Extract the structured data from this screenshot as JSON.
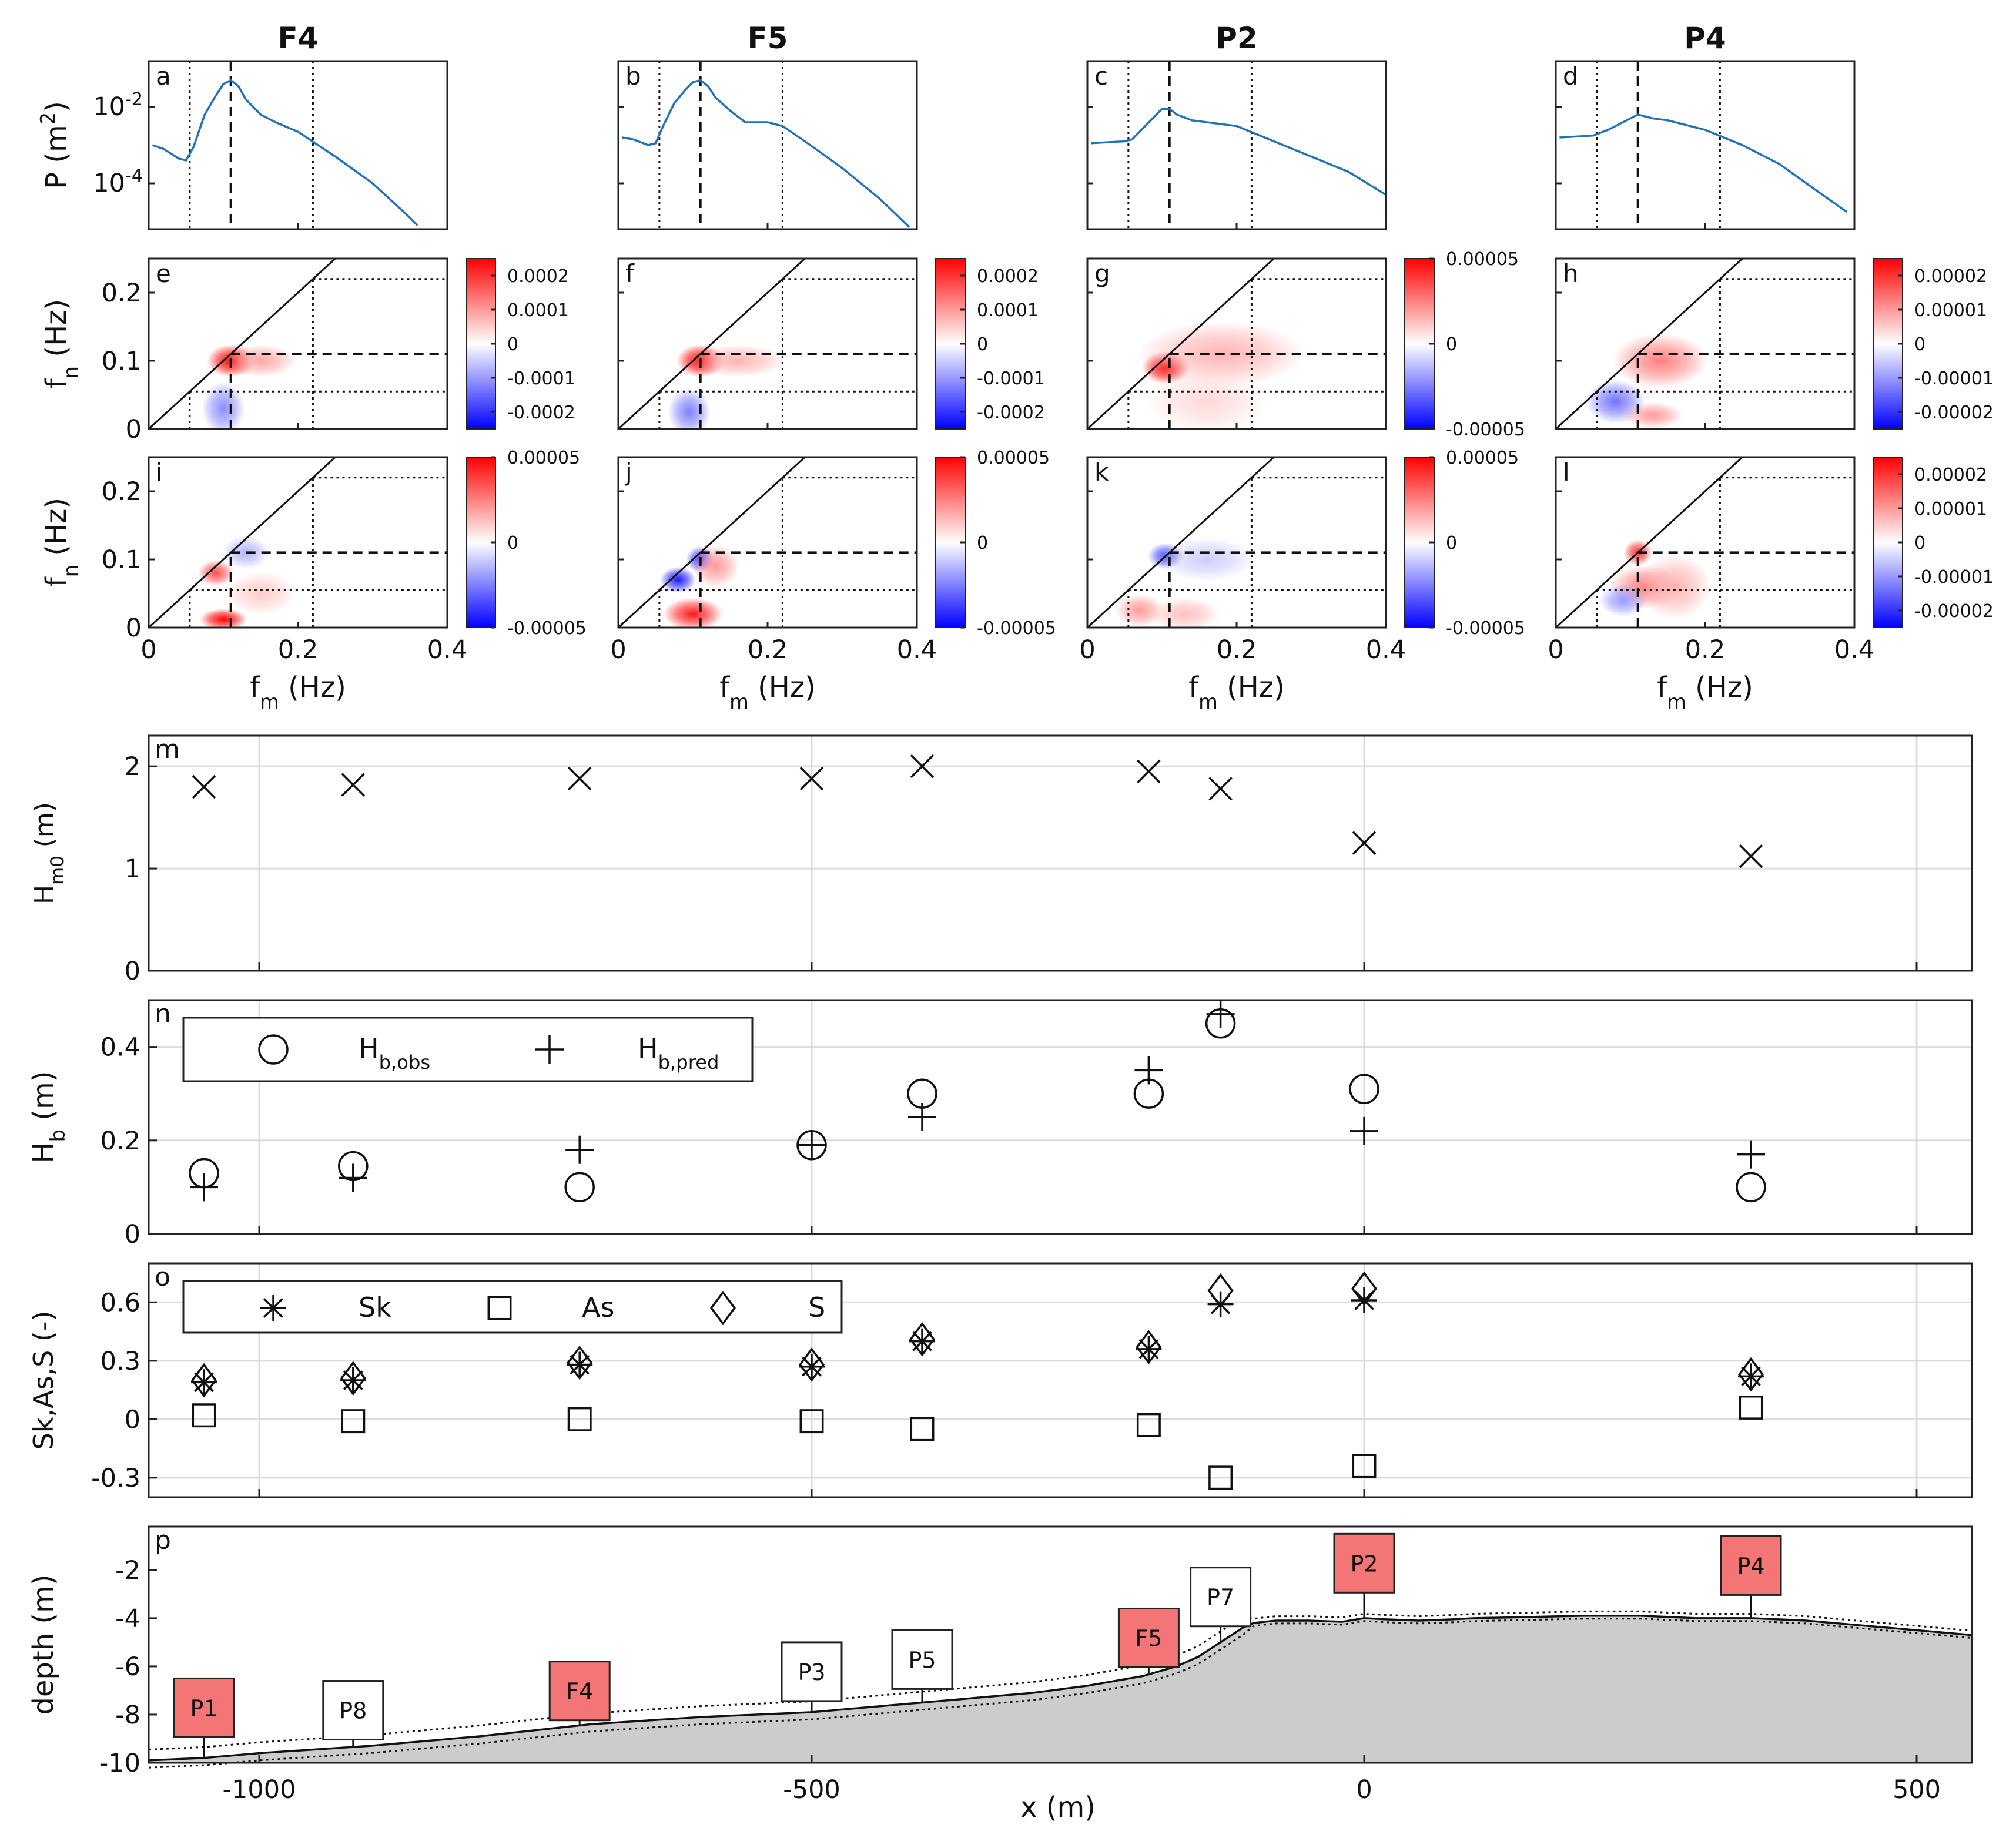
{
  "panel_titles": [
    "F4",
    "F5",
    "P2",
    "P4"
  ],
  "chart_data": [
    {
      "type": "line",
      "panels": [
        "a",
        "b",
        "c",
        "d"
      ],
      "stations": [
        "F4",
        "F5",
        "P2",
        "P4"
      ],
      "ylabel": "P (m^2)",
      "yscale": "log",
      "xlim": [
        0,
        0.4
      ],
      "ylim_log10": [
        -5.2,
        -0.8
      ],
      "ytick_labels": [
        "10^-2",
        "10^-4"
      ],
      "vertical_lines": {
        "dotted": [
          0.055,
          0.22
        ],
        "dashed": 0.11
      },
      "series": [
        {
          "x": [
            0.005,
            0.02,
            0.04,
            0.05,
            0.06,
            0.075,
            0.09,
            0.1,
            0.11,
            0.12,
            0.13,
            0.15,
            0.17,
            0.2,
            0.25,
            0.3,
            0.35,
            0.36
          ],
          "log10": [
            -3.0,
            -3.1,
            -3.35,
            -3.4,
            -3.05,
            -2.2,
            -1.7,
            -1.4,
            -1.3,
            -1.45,
            -1.8,
            -2.2,
            -2.4,
            -2.65,
            -3.3,
            -4.0,
            -4.9,
            -5.1
          ]
        },
        {
          "x": [
            0.005,
            0.02,
            0.04,
            0.05,
            0.06,
            0.075,
            0.09,
            0.1,
            0.11,
            0.12,
            0.13,
            0.15,
            0.17,
            0.2,
            0.22,
            0.25,
            0.3,
            0.35,
            0.39
          ],
          "log10": [
            -2.8,
            -2.85,
            -3.0,
            -2.95,
            -2.5,
            -1.9,
            -1.55,
            -1.35,
            -1.3,
            -1.45,
            -1.75,
            -2.1,
            -2.4,
            -2.4,
            -2.5,
            -2.9,
            -3.6,
            -4.4,
            -5.15
          ]
        },
        {
          "x": [
            0.005,
            0.05,
            0.06,
            0.07,
            0.09,
            0.1,
            0.11,
            0.12,
            0.14,
            0.16,
            0.2,
            0.25,
            0.3,
            0.35,
            0.4
          ],
          "log10": [
            -2.95,
            -2.9,
            -2.85,
            -2.65,
            -2.25,
            -2.05,
            -2.05,
            -2.2,
            -2.35,
            -2.4,
            -2.5,
            -2.9,
            -3.3,
            -3.7,
            -4.3
          ]
        },
        {
          "x": [
            0.005,
            0.05,
            0.07,
            0.09,
            0.11,
            0.13,
            0.15,
            0.2,
            0.25,
            0.3,
            0.35,
            0.39
          ],
          "log10": [
            -2.8,
            -2.75,
            -2.6,
            -2.4,
            -2.2,
            -2.3,
            -2.35,
            -2.6,
            -3.0,
            -3.5,
            -4.2,
            -4.75
          ]
        }
      ]
    },
    {
      "type": "heatmap",
      "panels": [
        "e",
        "f",
        "g",
        "h"
      ],
      "ylabel": "f_n (Hz)",
      "xlim": [
        0,
        0.4
      ],
      "ylim": [
        0,
        0.25
      ],
      "yticks": [
        0,
        0.1,
        0.2
      ],
      "colorbar_ticks": [
        [
          "0.0002",
          "0.0001",
          "0",
          "-0.0001",
          "-0.0002"
        ],
        [
          "0.0002",
          "0.0001",
          "0",
          "-0.0001",
          "-0.0002"
        ],
        [
          "0.00005",
          "0",
          "-0.00005"
        ],
        [
          "0.00002",
          "0.00001",
          "0",
          "-0.00001",
          "-0.00002"
        ]
      ],
      "blobs": [
        [
          {
            "x": 0.11,
            "y": 0.1,
            "v": 1.0,
            "sx": 0.02,
            "sy": 0.015
          },
          {
            "x": 0.15,
            "y": 0.1,
            "v": 0.35,
            "sx": 0.03,
            "sy": 0.015
          },
          {
            "x": 0.1,
            "y": 0.03,
            "v": -0.45,
            "sx": 0.018,
            "sy": 0.025
          }
        ],
        [
          {
            "x": 0.11,
            "y": 0.1,
            "v": 1.0,
            "sx": 0.02,
            "sy": 0.015
          },
          {
            "x": 0.16,
            "y": 0.1,
            "v": 0.3,
            "sx": 0.04,
            "sy": 0.015
          },
          {
            "x": 0.095,
            "y": 0.025,
            "v": -0.5,
            "sx": 0.018,
            "sy": 0.022
          }
        ],
        [
          {
            "x": 0.105,
            "y": 0.09,
            "v": 1.0,
            "sx": 0.02,
            "sy": 0.015
          },
          {
            "x": 0.18,
            "y": 0.11,
            "v": 0.3,
            "sx": 0.07,
            "sy": 0.03
          },
          {
            "x": 0.16,
            "y": 0.04,
            "v": 0.15,
            "sx": 0.05,
            "sy": 0.03
          }
        ],
        [
          {
            "x": 0.14,
            "y": 0.1,
            "v": 0.5,
            "sx": 0.04,
            "sy": 0.025
          },
          {
            "x": 0.08,
            "y": 0.04,
            "v": -0.55,
            "sx": 0.025,
            "sy": 0.02
          },
          {
            "x": 0.13,
            "y": 0.02,
            "v": 0.4,
            "sx": 0.025,
            "sy": 0.012
          }
        ]
      ]
    },
    {
      "type": "heatmap",
      "panels": [
        "i",
        "j",
        "k",
        "l"
      ],
      "xlabel": "f_m (Hz)",
      "ylabel": "f_n (Hz)",
      "xlim": [
        0,
        0.4
      ],
      "ylim": [
        0,
        0.25
      ],
      "xticks": [
        0,
        0.2,
        0.4
      ],
      "yticks": [
        0,
        0.1,
        0.2
      ],
      "colorbar_ticks": [
        [
          "0.00005",
          "0",
          "-0.00005"
        ],
        [
          "0.00005",
          "0",
          "-0.00005"
        ],
        [
          "0.00005",
          "0",
          "-0.00005"
        ],
        [
          "0.00002",
          "0.00001",
          "0",
          "-0.00001",
          "-0.00002"
        ]
      ],
      "blobs": [
        [
          {
            "x": 0.09,
            "y": 0.08,
            "v": 0.7,
            "sx": 0.015,
            "sy": 0.012
          },
          {
            "x": 0.13,
            "y": 0.11,
            "v": -0.3,
            "sx": 0.02,
            "sy": 0.015
          },
          {
            "x": 0.1,
            "y": 0.012,
            "v": 1.0,
            "sx": 0.02,
            "sy": 0.01
          },
          {
            "x": 0.15,
            "y": 0.05,
            "v": 0.2,
            "sx": 0.03,
            "sy": 0.02
          }
        ],
        [
          {
            "x": 0.08,
            "y": 0.07,
            "v": -0.9,
            "sx": 0.015,
            "sy": 0.012
          },
          {
            "x": 0.11,
            "y": 0.1,
            "v": -0.8,
            "sx": 0.012,
            "sy": 0.012
          },
          {
            "x": 0.1,
            "y": 0.02,
            "v": 0.9,
            "sx": 0.025,
            "sy": 0.015
          },
          {
            "x": 0.13,
            "y": 0.09,
            "v": 0.4,
            "sx": 0.02,
            "sy": 0.02
          }
        ],
        [
          {
            "x": 0.105,
            "y": 0.105,
            "v": -0.7,
            "sx": 0.015,
            "sy": 0.012
          },
          {
            "x": 0.16,
            "y": 0.1,
            "v": -0.2,
            "sx": 0.04,
            "sy": 0.02
          },
          {
            "x": 0.07,
            "y": 0.025,
            "v": 0.4,
            "sx": 0.02,
            "sy": 0.015
          },
          {
            "x": 0.13,
            "y": 0.02,
            "v": 0.25,
            "sx": 0.03,
            "sy": 0.015
          }
        ],
        [
          {
            "x": 0.11,
            "y": 0.11,
            "v": 0.8,
            "sx": 0.012,
            "sy": 0.012
          },
          {
            "x": 0.12,
            "y": 0.06,
            "v": 0.5,
            "sx": 0.03,
            "sy": 0.02
          },
          {
            "x": 0.09,
            "y": 0.04,
            "v": -0.4,
            "sx": 0.02,
            "sy": 0.015
          },
          {
            "x": 0.16,
            "y": 0.06,
            "v": 0.3,
            "sx": 0.03,
            "sy": 0.03
          }
        ]
      ]
    },
    {
      "type": "scatter",
      "panel": "m",
      "ylabel": "H_m0 (m)",
      "xlim": [
        -1100,
        550
      ],
      "ylim": [
        0,
        2.3
      ],
      "yticks": [
        0,
        1,
        2
      ],
      "x": [
        -1050,
        -915,
        -710,
        -500,
        -400,
        -195,
        -130,
        0,
        350
      ],
      "values": [
        1.8,
        1.82,
        1.88,
        1.88,
        2.0,
        1.95,
        1.78,
        1.25,
        1.12
      ]
    },
    {
      "type": "scatter",
      "panel": "n",
      "ylabel": "H_b (m)",
      "xlim": [
        -1100,
        550
      ],
      "ylim": [
        0,
        0.5
      ],
      "yticks": [
        0,
        0.2,
        0.4
      ],
      "legend": "top-left",
      "series": [
        {
          "name": "H_b,obs",
          "marker": "circle",
          "x": [
            -1050,
            -915,
            -710,
            -500,
            -400,
            -195,
            -130,
            0,
            350
          ],
          "values": [
            0.13,
            0.145,
            0.1,
            0.19,
            0.3,
            0.3,
            0.45,
            0.31,
            0.1
          ]
        },
        {
          "name": "H_b,pred",
          "marker": "plus",
          "x": [
            -1050,
            -915,
            -710,
            -500,
            -400,
            -195,
            -130,
            0,
            350
          ],
          "values": [
            0.1,
            0.12,
            0.18,
            0.19,
            0.25,
            0.35,
            0.47,
            0.22,
            0.17
          ]
        }
      ]
    },
    {
      "type": "scatter",
      "panel": "o",
      "ylabel": "Sk,As,S (-)",
      "xlim": [
        -1100,
        550
      ],
      "ylim": [
        -0.4,
        0.8
      ],
      "yticks": [
        -0.3,
        0,
        0.3,
        0.6
      ],
      "legend": "top-left",
      "series": [
        {
          "name": "Sk",
          "marker": "asterisk",
          "x": [
            -1050,
            -915,
            -710,
            -500,
            -400,
            -195,
            -130,
            0,
            350
          ],
          "values": [
            0.19,
            0.2,
            0.28,
            0.27,
            0.4,
            0.36,
            0.59,
            0.61,
            0.22
          ]
        },
        {
          "name": "As",
          "marker": "square",
          "x": [
            -1050,
            -915,
            -710,
            -500,
            -400,
            -195,
            -130,
            0,
            350
          ],
          "values": [
            0.02,
            -0.01,
            0.0,
            -0.01,
            -0.05,
            -0.03,
            -0.3,
            -0.24,
            0.06
          ]
        },
        {
          "name": "S",
          "marker": "diamond",
          "x": [
            -1050,
            -915,
            -710,
            -500,
            -400,
            -195,
            -130,
            0,
            350
          ],
          "values": [
            0.2,
            0.21,
            0.29,
            0.28,
            0.41,
            0.37,
            0.66,
            0.67,
            0.23
          ]
        }
      ]
    },
    {
      "type": "area",
      "panel": "p",
      "xlabel": "x (m)",
      "ylabel": "depth (m)",
      "xlim": [
        -1100,
        550
      ],
      "ylim": [
        -10,
        -0.2
      ],
      "xticks": [
        -1000,
        -500,
        0,
        500
      ],
      "yticks": [
        -10,
        -8,
        -6,
        -4,
        -2
      ],
      "profile": {
        "x": [
          -1100,
          -1050,
          -1000,
          -900,
          -800,
          -700,
          -600,
          -500,
          -400,
          -300,
          -250,
          -200,
          -170,
          -150,
          -130,
          -110,
          -100,
          -80,
          -50,
          -20,
          0,
          20,
          50,
          80,
          100,
          150,
          200,
          250,
          300,
          350,
          400,
          450,
          500,
          550
        ],
        "depth": [
          -9.9,
          -9.8,
          -9.6,
          -9.3,
          -8.9,
          -8.4,
          -8.1,
          -7.9,
          -7.5,
          -7.1,
          -6.8,
          -6.4,
          -6.0,
          -5.6,
          -5.0,
          -4.4,
          -4.2,
          -4.1,
          -4.1,
          -4.15,
          -4.0,
          -4.05,
          -4.1,
          -4.05,
          -4.0,
          -3.95,
          -3.9,
          -3.9,
          -4.0,
          -4.0,
          -4.1,
          -4.3,
          -4.5,
          -4.7
        ]
      },
      "stations": [
        {
          "label": "P1",
          "x": -1050,
          "highlight": true,
          "box_top": -6.5
        },
        {
          "label": "P8",
          "x": -915,
          "highlight": false,
          "box_top": -6.6
        },
        {
          "label": "F4",
          "x": -710,
          "highlight": true,
          "box_top": -5.8
        },
        {
          "label": "P3",
          "x": -500,
          "highlight": false,
          "box_top": -5.0
        },
        {
          "label": "P5",
          "x": -400,
          "highlight": false,
          "box_top": -4.5
        },
        {
          "label": "F5",
          "x": -195,
          "highlight": true,
          "box_top": -3.6
        },
        {
          "label": "P7",
          "x": -130,
          "highlight": false,
          "box_top": -1.9
        },
        {
          "label": "P2",
          "x": 0,
          "highlight": true,
          "box_top": -0.5
        },
        {
          "label": "P4",
          "x": 350,
          "highlight": true,
          "box_top": -0.6
        }
      ]
    }
  ],
  "colors": {
    "spectrum_line": "#2372b7",
    "station_highlight": "#f47575",
    "seabed_fill": "#cccccc",
    "cmap_red": "#ff0000",
    "cmap_blue": "#0000ff"
  }
}
